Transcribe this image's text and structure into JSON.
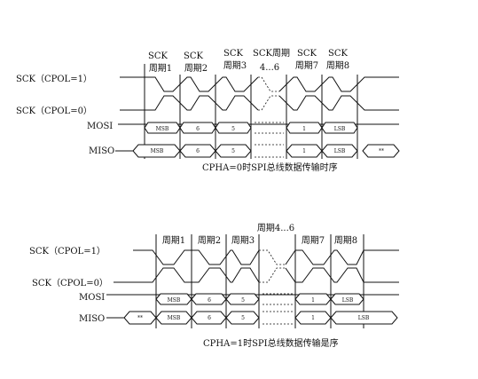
{
  "diagram1": {
    "caption": "CPHA=0时SPI总线数据传输时序",
    "signals": [
      "SCK（CPOL=1）",
      "SCK（CPOL=0）",
      "MOSI",
      "MISO"
    ],
    "headers": [
      {
        "top": "SCK",
        "bottom": "周期1"
      },
      {
        "top": "SCK",
        "bottom": "周期2"
      },
      {
        "top": "SCK",
        "bottom": "周期3"
      },
      {
        "top": "SCK周期",
        "bottom": "4...6"
      },
      {
        "top": "SCK",
        "bottom": "周期7"
      },
      {
        "top": "SCK",
        "bottom": "周期8"
      }
    ],
    "mosi_cells": [
      "MSB",
      "6",
      "5",
      "1",
      "LSB"
    ],
    "miso_cells": [
      "MSB",
      "6",
      "5",
      "1",
      "LSB",
      "**"
    ]
  },
  "diagram2": {
    "caption": "CPHA=1时SPI总线数据传输是序",
    "signals": [
      "SCK（CPOL=1）",
      "SCK（CPOL=0）",
      "MOSI",
      "MISO"
    ],
    "headers": [
      {
        "top": "",
        "bottom": "周期1"
      },
      {
        "top": "",
        "bottom": "周期2"
      },
      {
        "top": "",
        "bottom": "周期3"
      },
      {
        "top": "",
        "bottom": "周期4...6"
      },
      {
        "top": "",
        "bottom": "周期7"
      },
      {
        "top": "",
        "bottom": "周期8"
      }
    ],
    "mosi_cells": [
      "MSB",
      "6",
      "5",
      "1",
      "LSB"
    ],
    "miso_cells": [
      "**",
      "MSB",
      "6",
      "5",
      "1",
      "LSB"
    ]
  }
}
